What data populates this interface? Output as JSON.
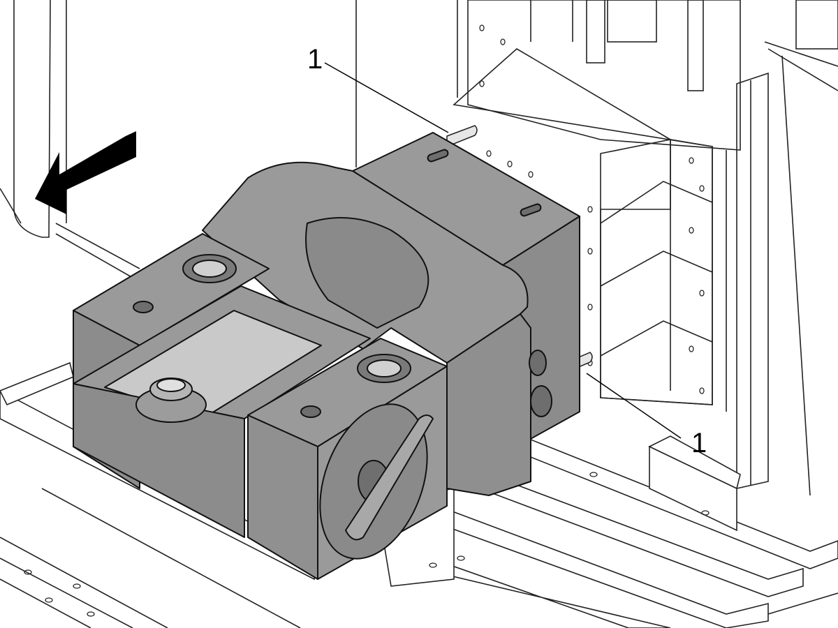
{
  "figure": {
    "callouts": [
      {
        "label": "1",
        "target": "upper-rod"
      },
      {
        "label": "1",
        "target": "lower-rod"
      }
    ],
    "arrow": {
      "direction": "left-down",
      "color": "#000000"
    },
    "colors": {
      "casting": "#9a9a9a",
      "casting_dark": "#7e7e7e",
      "line": "#111111",
      "background": "#ffffff"
    }
  }
}
